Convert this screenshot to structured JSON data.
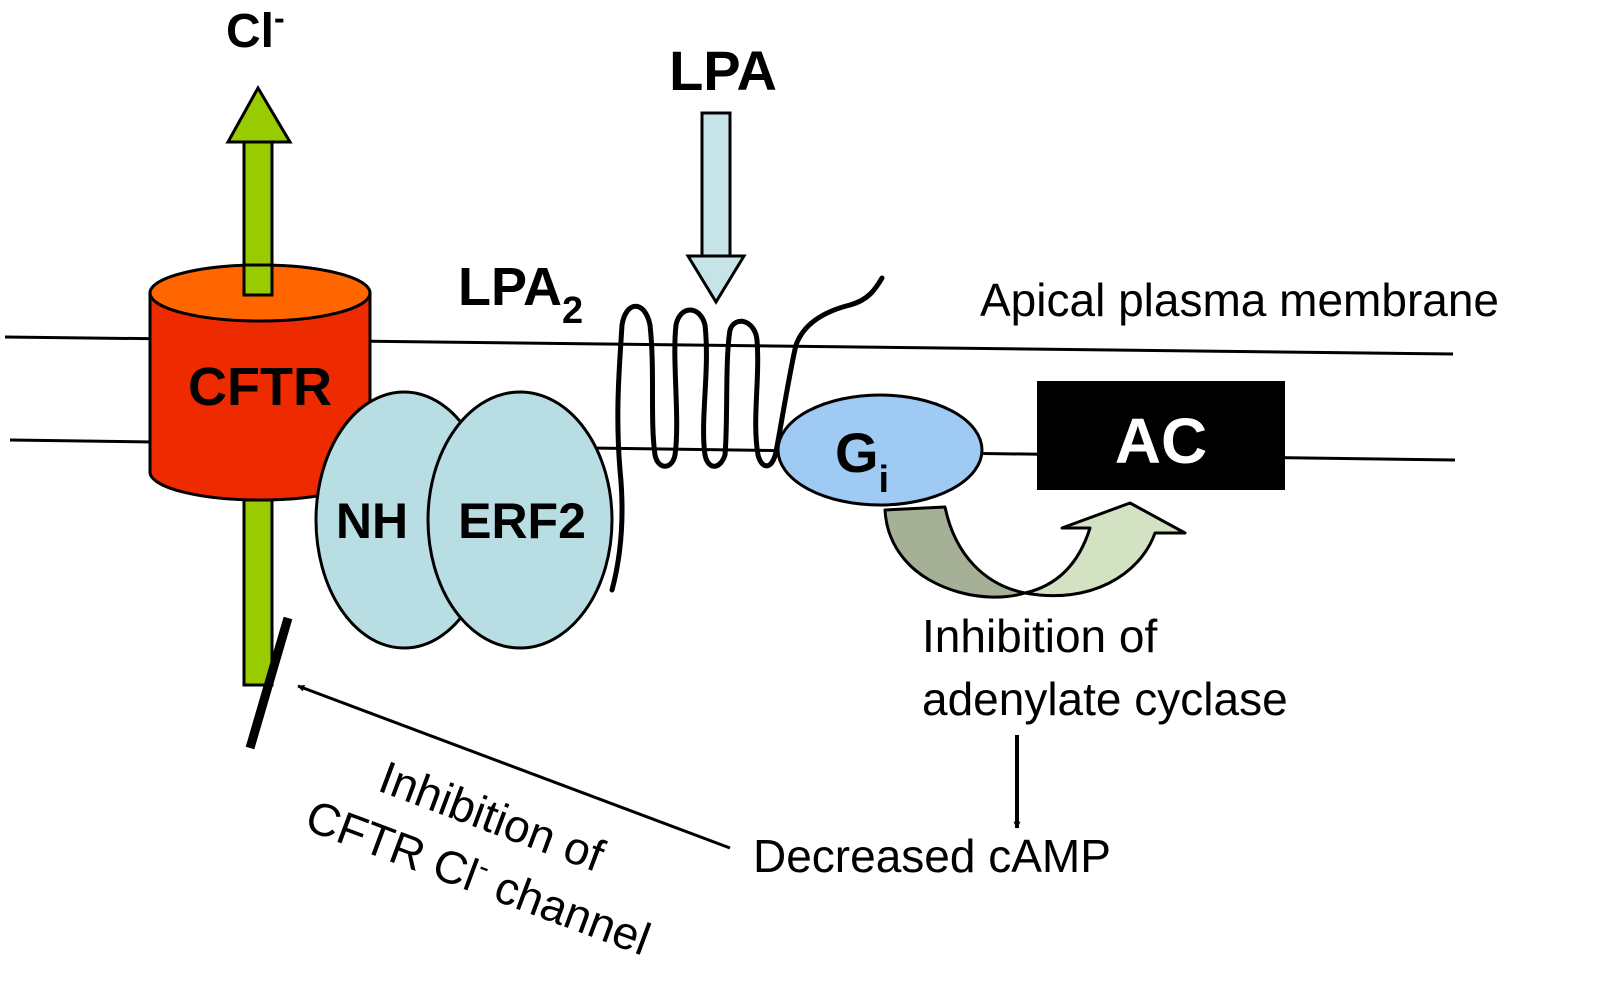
{
  "labels": {
    "cl": "Cl",
    "cl_sup": "-",
    "lpa": "LPA",
    "lpa2": "LPA",
    "lpa2_sub": "2",
    "cftr": "CFTR",
    "nherf2_a": "NH",
    "nherf2_b": "ERF2",
    "gi": "G",
    "gi_sub": "i",
    "ac": "AC",
    "membrane": "Apical plasma membrane",
    "inhib_ac_1": "Inhibition of",
    "inhib_ac_2": "adenylate cyclase",
    "decreased_camp": "Decreased cAMP",
    "inhib_cftr_1": "Inhibition of",
    "inhib_cftr_2a": "CFTR Cl",
    "inhib_cftr_2sup": "-",
    "inhib_cftr_2b": " channel"
  },
  "colors": {
    "cftr_body": "#ee2a00",
    "cftr_top": "#ff6600",
    "green_arrow": "#99cc00",
    "nherf2": "#b8dde2",
    "lpa_arrow": "#c6e3e8",
    "gi": "#9fcaf3",
    "ac_box": "#000000",
    "curved_arrow_left": "#a6b096",
    "curved_arrow_right": "#d4e2c4"
  }
}
